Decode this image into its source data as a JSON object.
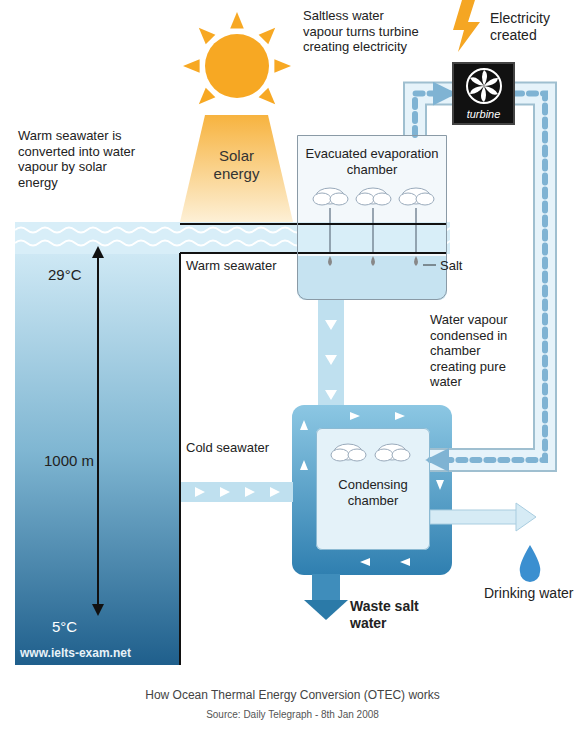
{
  "diagram": {
    "caption": "How Ocean Thermal Energy Conversion (OTEC) works",
    "nodes": [
      {
        "text": [
          "Solar energy"
        ]
      },
      {
        "text": [
          "Evacuated evaporation chamber"
        ]
      },
      {
        "text": [
          "turbine"
        ]
      },
      {
        "text": [
          "Condensing chamber"
        ]
      }
    ],
    "edges": [
      {
        "from": 1,
        "to": 2,
        "arrow": "to"
      },
      {
        "from": 2,
        "to": 3,
        "arrow": "to"
      }
    ],
    "labels": [
      "Electricity created",
      "Saltless water vapour turns turbine creating electricity",
      "Warm seawater is converted into water vapour by solar energy",
      "Warm seawater",
      "Salt",
      "Water vapour condensed in chamber creating pure water",
      "29°C",
      "1000 m",
      "Cold seawater",
      "5°C",
      "Waste salt water",
      "Drinking water",
      "www.ielts-exam.net",
      "Source: Daily Telegraph - 8th Jan 2008"
    ]
  }
}
